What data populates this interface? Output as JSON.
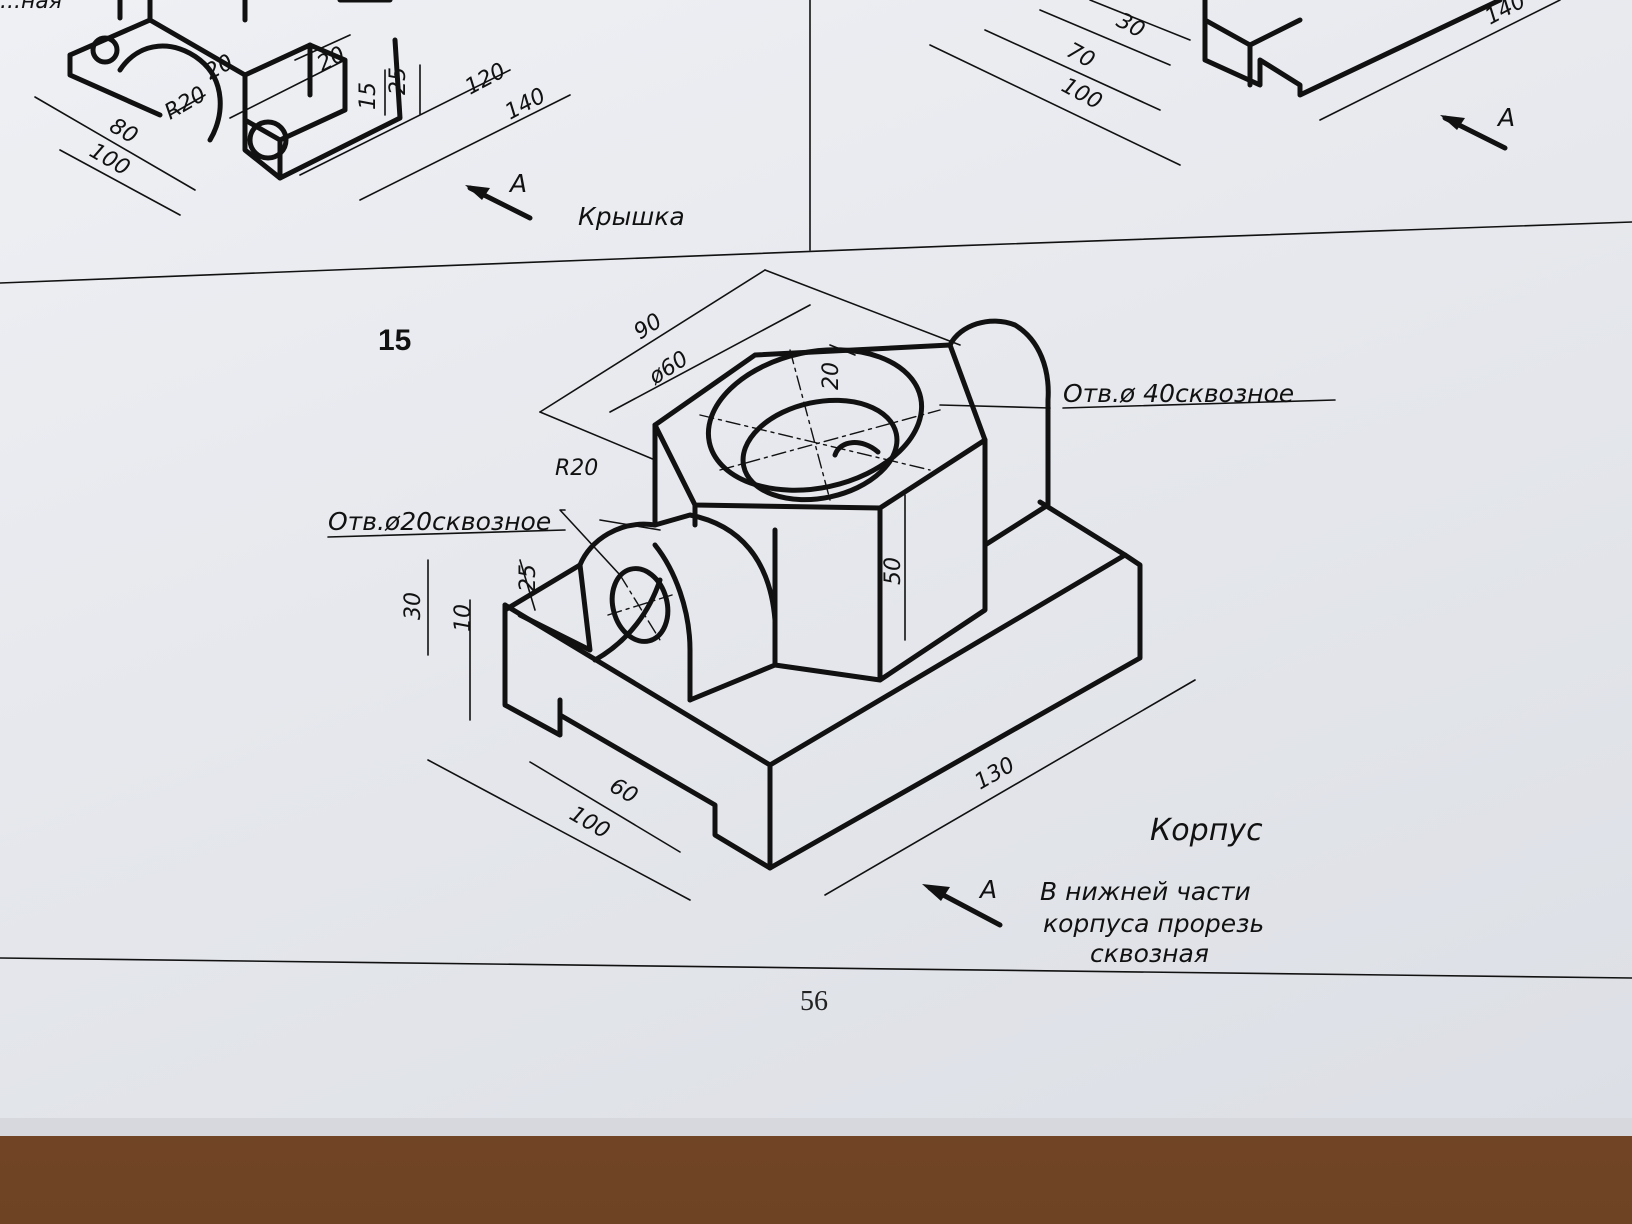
{
  "top_left": {
    "corner_text": "...ная",
    "dims": [
      "20",
      "20",
      "15",
      "25",
      "120",
      "140",
      "80",
      "100",
      "R20"
    ],
    "arrow_label": "A",
    "caption": "Крышка"
  },
  "top_right": {
    "dims": [
      "30",
      "70",
      "100",
      "140"
    ],
    "arrow_label": "A"
  },
  "task": {
    "number": "15",
    "dims": {
      "d90": "90",
      "d60": "ø60",
      "d20": "20",
      "d50": "50",
      "r20": "R20",
      "d25": "25",
      "d30": "30",
      "d10": "10",
      "d60b": "60",
      "d100": "100",
      "d130": "130"
    },
    "hole_top": "Отв.ø 40сквозное",
    "hole_side": "Отв.ø20сквозное",
    "caption": "Корпус",
    "arrow_label": "A",
    "note": [
      "В нижней  части",
      "корпуса  прорезь",
      "сквозная"
    ]
  },
  "page_number": "56"
}
